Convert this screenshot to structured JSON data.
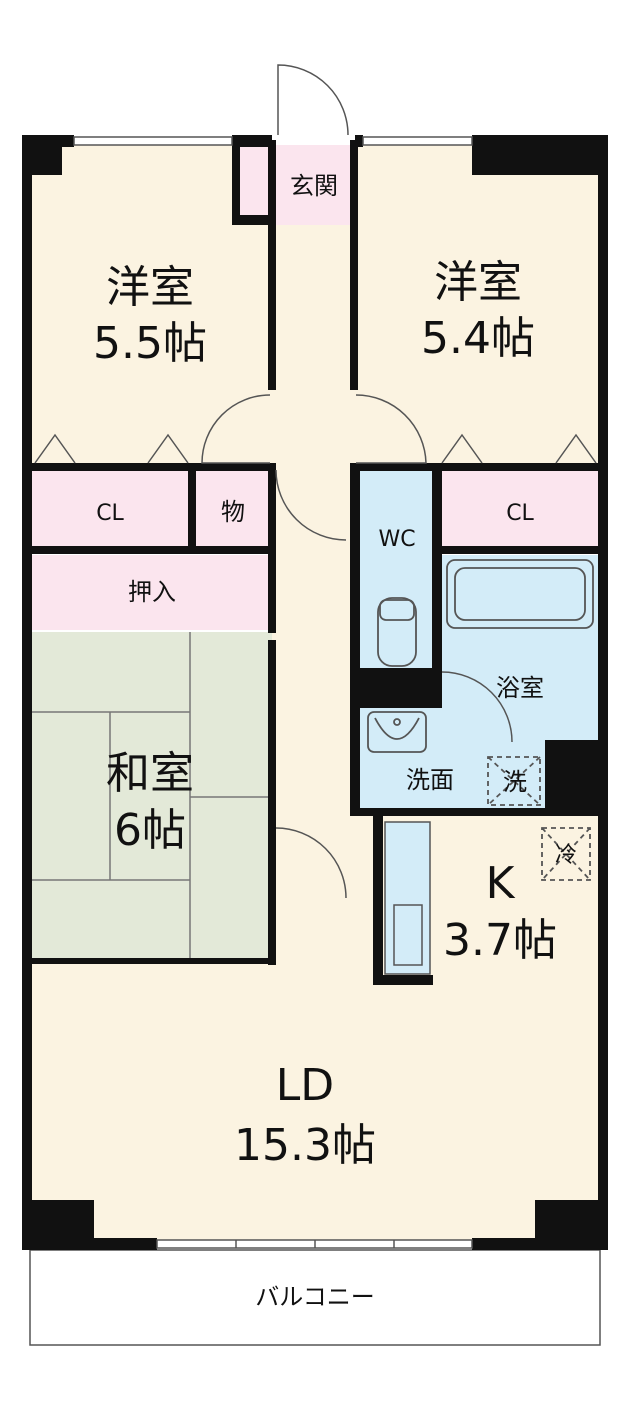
{
  "rooms": {
    "western_left": {
      "name": "洋室",
      "size": "5.5帖"
    },
    "western_right": {
      "name": "洋室",
      "size": "5.4帖"
    },
    "japanese": {
      "name": "和室",
      "size": "6帖"
    },
    "ld": {
      "name": "LD",
      "size": "15.3帖"
    },
    "kitchen": {
      "name": "K",
      "size": "3.7帖"
    },
    "entrance": "玄関",
    "closet_left": "CL",
    "closet_right": "CL",
    "storage": "物",
    "oshiire": "押入",
    "wc": "WC",
    "bathroom": "浴室",
    "washroom": "洗面",
    "washer": "洗",
    "fridge": "冷",
    "balcony": "バルコニー"
  },
  "colors": {
    "floor_wood": "#fbf3e1",
    "closet_pink": "#fbe5ee",
    "wet_blue": "#d3ecf8",
    "tatami_green": "#e3e9d8",
    "wall": "#111111"
  }
}
